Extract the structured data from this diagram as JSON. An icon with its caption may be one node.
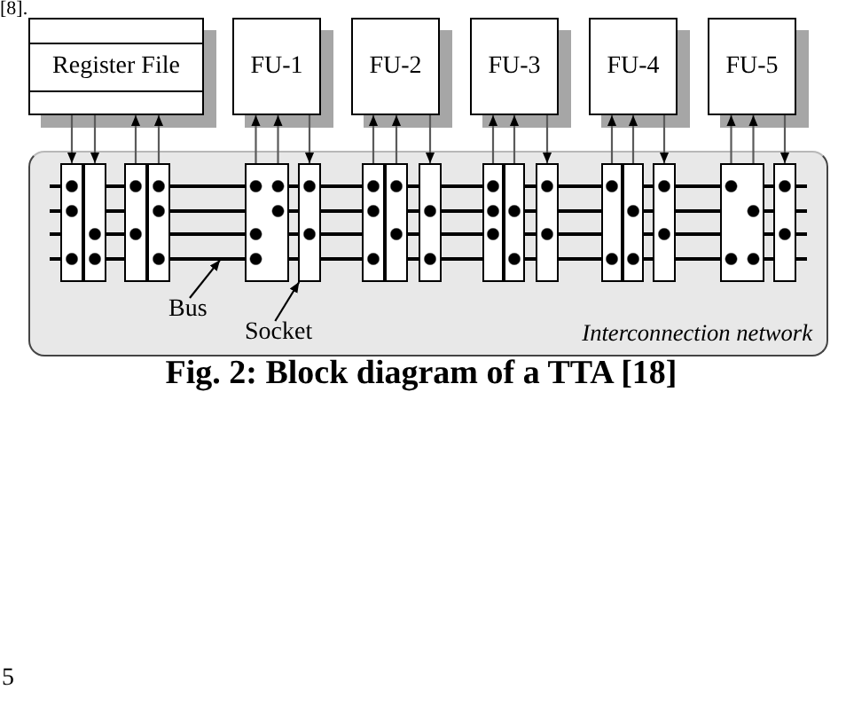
{
  "diagram": {
    "caption": "Fig. 2: Block diagram of a TTA [18]",
    "nodes": [
      {
        "text": [
          "Register File"
        ]
      },
      {
        "text": [
          "FU-1"
        ]
      },
      {
        "text": [
          "FU-2"
        ]
      },
      {
        "text": [
          "FU-3"
        ]
      },
      {
        "text": [
          "FU-4"
        ]
      },
      {
        "text": [
          "FU-5"
        ]
      },
      {
        "text": [
          "Interconnection network"
        ]
      },
      {
        "text": [],
        "shape": "box",
        "in": 6
      },
      {
        "text": [],
        "shape": "box",
        "in": 6
      },
      {
        "text": [],
        "shape": "box",
        "in": 6
      },
      {
        "text": [],
        "shape": "box",
        "in": 6
      },
      {
        "text": [],
        "shape": "box",
        "in": 6
      },
      {
        "text": [],
        "shape": "box",
        "in": 6
      },
      {
        "text": [],
        "shape": "box",
        "in": 6
      },
      {
        "text": [],
        "shape": "box",
        "in": 6
      },
      {
        "text": [],
        "shape": "box",
        "in": 6
      },
      {
        "text": [],
        "shape": "box",
        "in": 6
      },
      {
        "text": [],
        "shape": "box",
        "in": 6
      },
      {
        "text": [],
        "shape": "box",
        "in": 6
      },
      {
        "text": [],
        "shape": "box",
        "in": 6
      },
      {
        "text": [],
        "shape": "box",
        "in": 6
      },
      {
        "text": [],
        "shape": "box",
        "in": 6
      },
      {
        "text": [],
        "shape": "box",
        "in": 6
      },
      {
        "text": [],
        "shape": "box",
        "in": 6
      },
      {
        "text": [],
        "shape": "bar",
        "in": 6
      },
      {
        "text": [],
        "shape": "bar",
        "in": 6
      },
      {
        "text": [],
        "shape": "bar",
        "in": 6
      },
      {
        "text": [],
        "shape": "bar",
        "in": 6
      },
      {
        "text": [
          "Bus"
        ],
        "in": 6
      },
      {
        "text": [
          "Socket"
        ],
        "in": 6
      }
    ],
    "edges": [
      {
        "from": 0,
        "to": 7,
        "arrow": "to"
      },
      {
        "from": 0,
        "to": 8,
        "arrow": "to"
      },
      {
        "from": 9,
        "to": 0,
        "arrow": "to"
      },
      {
        "from": 10,
        "to": 0,
        "arrow": "to"
      },
      {
        "from": 11,
        "to": 1,
        "arrow": "to"
      },
      {
        "from": 11,
        "to": 1,
        "arrow": "to"
      },
      {
        "from": 1,
        "to": 12,
        "arrow": "to"
      },
      {
        "from": 13,
        "to": 2,
        "arrow": "to"
      },
      {
        "from": 14,
        "to": 2,
        "arrow": "to"
      },
      {
        "from": 2,
        "to": 15,
        "arrow": "to"
      },
      {
        "from": 16,
        "to": 3,
        "arrow": "to"
      },
      {
        "from": 17,
        "to": 3,
        "arrow": "to"
      },
      {
        "from": 3,
        "to": 18,
        "arrow": "to"
      },
      {
        "from": 19,
        "to": 4,
        "arrow": "to"
      },
      {
        "from": 20,
        "to": 4,
        "arrow": "to"
      },
      {
        "from": 4,
        "to": 21,
        "arrow": "to"
      },
      {
        "from": 22,
        "to": 5,
        "arrow": "to"
      },
      {
        "from": 22,
        "to": 5,
        "arrow": "to"
      },
      {
        "from": 5,
        "to": 23,
        "arrow": "to"
      },
      {
        "from": 28,
        "to": 27,
        "arrow": "to",
        "color": "#000000"
      },
      {
        "from": 29,
        "to": 12,
        "arrow": "to",
        "color": "#000000"
      }
    ],
    "labels": [
      "[8].",
      "5"
    ]
  }
}
